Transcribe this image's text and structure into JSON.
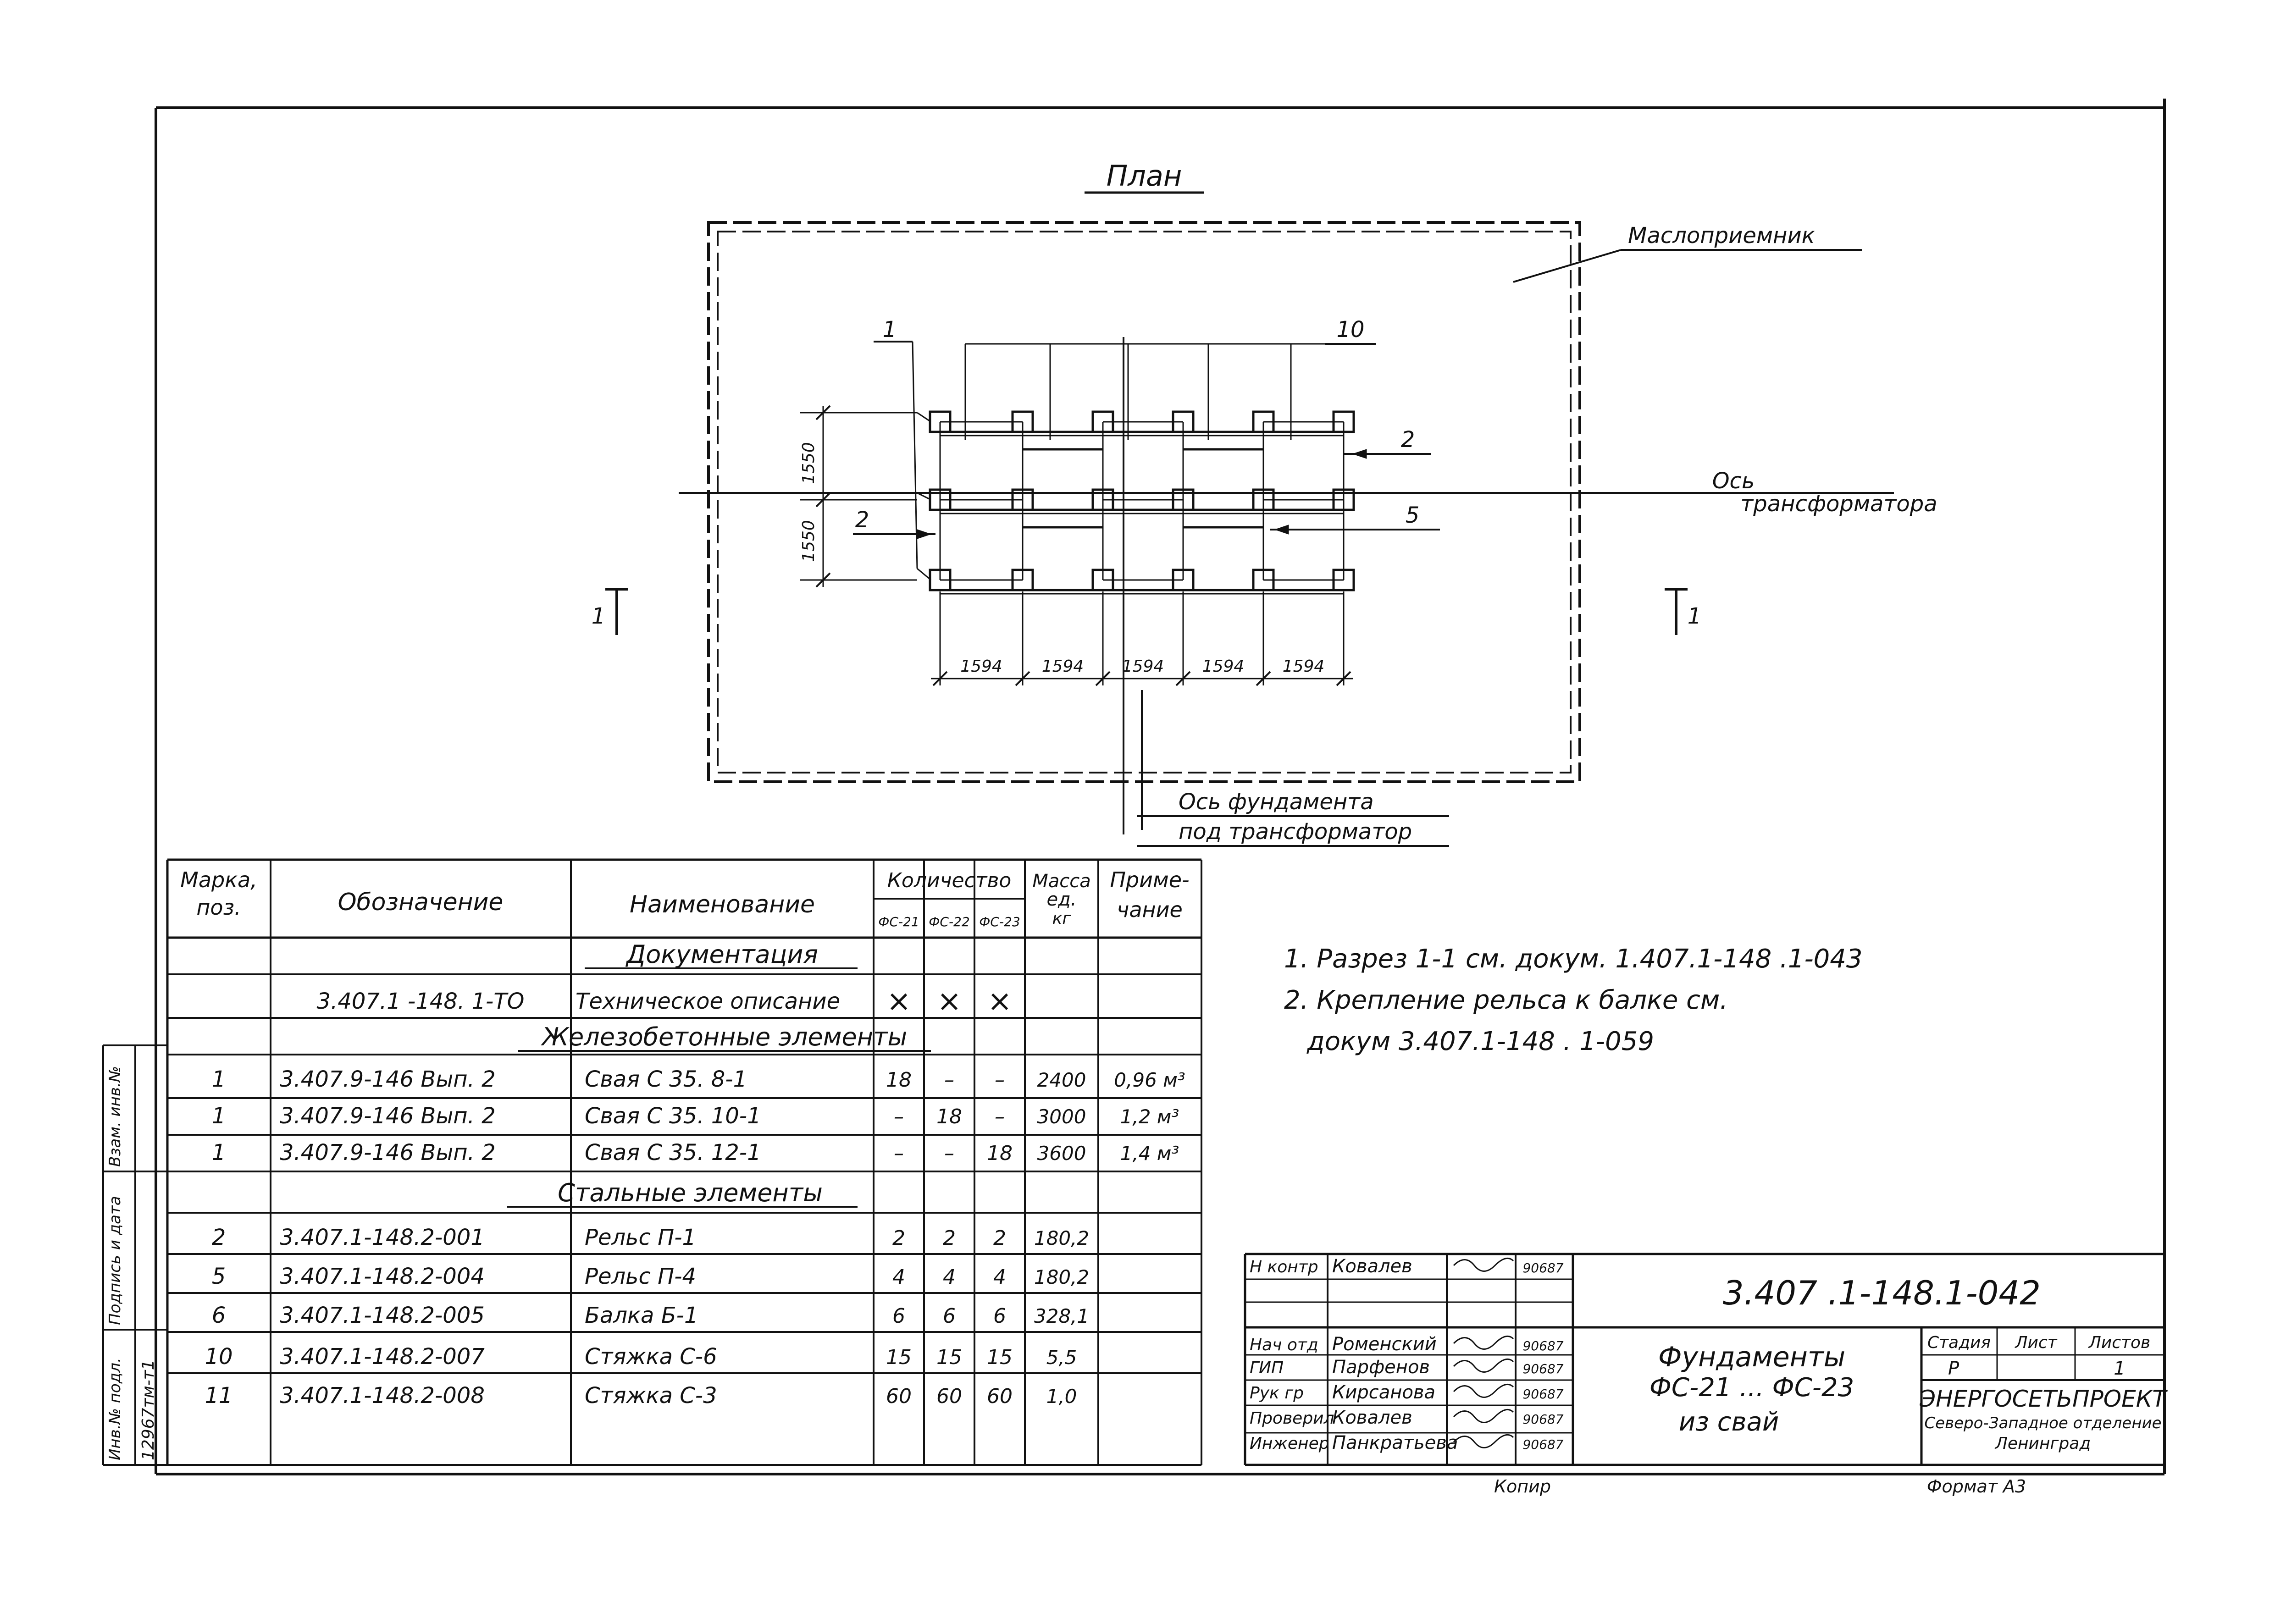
{
  "plan": {
    "title": "План",
    "oil_tank_label": "Маслоприемник",
    "transformer_axis_label": [
      "Ось",
      "трансформатора"
    ],
    "foundation_axis_label": [
      "Ось фундамента",
      "под трансформатор"
    ],
    "section_marks": [
      "1",
      "1"
    ],
    "position_callouts": [
      "1",
      "10",
      "2",
      "2",
      "5"
    ],
    "dim_vertical": [
      "1550",
      "1550"
    ],
    "dim_horizontal": [
      "1594",
      "1594",
      "1594",
      "1594",
      "1594"
    ]
  },
  "notes": [
    "1. Разрез  1-1  см.  докум. 1.407.1-148 .1-043",
    "2. Крепление  рельса  к  балке  см.",
    "докум  3.407.1-148 . 1-059"
  ],
  "spec": {
    "headers": {
      "mark": [
        "Марка,",
        "поз."
      ],
      "designation": "Обозначение",
      "name": "Наименование",
      "qty": "Количество",
      "qty_sub": [
        "ФС-21",
        "ФС-22",
        "ФС-23"
      ],
      "mass": [
        "Масса",
        "ед.",
        "кг"
      ],
      "note": [
        "Приме-",
        "чание"
      ]
    },
    "sections": [
      "Документация",
      "Железобетонные   элементы",
      "Стальные    элементы"
    ],
    "doc_row": {
      "designation": "3.407.1 -148. 1-ТО",
      "name": "Техническое  описание",
      "q": [
        "×",
        "×",
        "×"
      ]
    },
    "rc_rows": [
      {
        "mark": "1",
        "designation": "3.407.9-146  Вып. 2",
        "name": "Свая  С 35. 8-1",
        "q": [
          "18",
          "–",
          "–"
        ],
        "mass": "2400",
        "note": "0,96 м³"
      },
      {
        "mark": "1",
        "designation": "3.407.9-146  Вып. 2",
        "name": "Свая  С 35. 10-1",
        "q": [
          "–",
          "18",
          "–"
        ],
        "mass": "3000",
        "note": "1,2 м³"
      },
      {
        "mark": "1",
        "designation": "3.407.9-146  Вып. 2",
        "name": "Свая  С 35. 12-1",
        "q": [
          "–",
          "–",
          "18"
        ],
        "mass": "3600",
        "note": "1,4 м³"
      }
    ],
    "steel_rows": [
      {
        "mark": "2",
        "designation": "3.407.1-148.2-001",
        "name": "Рельс  П-1",
        "q": [
          "2",
          "2",
          "2"
        ],
        "mass": "180,2",
        "note": ""
      },
      {
        "mark": "5",
        "designation": "3.407.1-148.2-004",
        "name": "Рельс  П-4",
        "q": [
          "4",
          "4",
          "4"
        ],
        "mass": "180,2",
        "note": ""
      },
      {
        "mark": "6",
        "designation": "3.407.1-148.2-005",
        "name": "Балка  Б-1",
        "q": [
          "6",
          "6",
          "6"
        ],
        "mass": "328,1",
        "note": ""
      },
      {
        "mark": "10",
        "designation": "3.407.1-148.2-007",
        "name": "Стяжка  С-6",
        "q": [
          "15",
          "15",
          "15"
        ],
        "mass": "5,5",
        "note": ""
      },
      {
        "mark": "11",
        "designation": "3.407.1-148.2-008",
        "name": "Стяжка  С-3",
        "q": [
          "60",
          "60",
          "60"
        ],
        "mass": "1,0",
        "note": ""
      }
    ]
  },
  "side_stamp": [
    "Инв.№ подл.",
    "Подпись и дата",
    "Взам. инв.№"
  ],
  "side_stamp_number": "12967тм-т1",
  "title_block": {
    "code": "3.407 .1-148.1-042",
    "title": [
      "Фундаменты",
      "ФС-21 ...  ФС-23",
      "из  свай"
    ],
    "rows": [
      {
        "role": "Н контр",
        "name": "Ковалев",
        "date": "90687"
      },
      {
        "role": "Нач отд",
        "name": "Роменский",
        "date": "90687"
      },
      {
        "role": "ГИП",
        "name": "Парфенов",
        "date": "90687"
      },
      {
        "role": "Рук гр",
        "name": "Кирсанова",
        "date": "90687"
      },
      {
        "role": "Проверил",
        "name": "Ковалев",
        "date": "90687"
      },
      {
        "role": "Инженер",
        "name": "Панкратьева",
        "date": "90687"
      }
    ],
    "stage_headers": [
      "Стадия",
      "Лист",
      "Листов"
    ],
    "stage_values": [
      "Р",
      "",
      "1"
    ],
    "org": [
      "ЭНЕРГОСЕТЬПРОЕКТ",
      "Северо-Западное отделение",
      "Ленинград"
    ]
  },
  "footer": {
    "copied": "Копир",
    "format": "Формат А3"
  }
}
